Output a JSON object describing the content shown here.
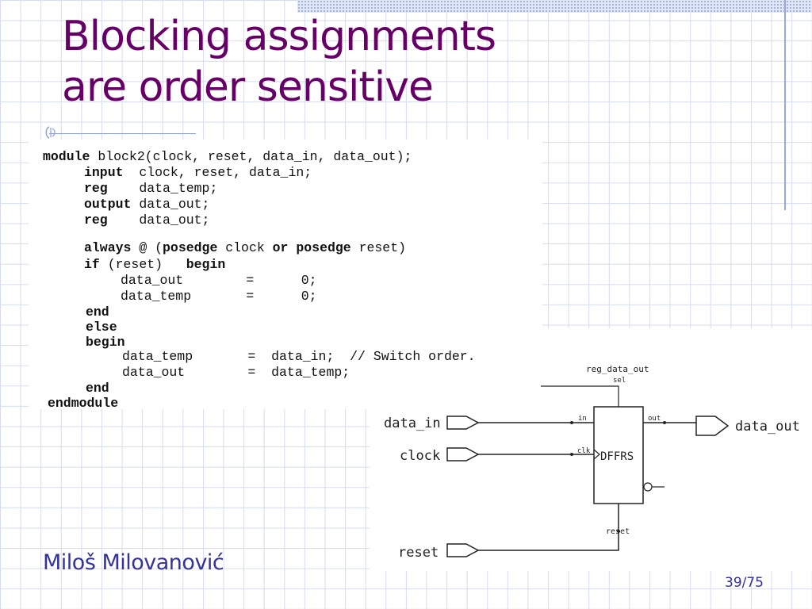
{
  "slide": {
    "title_line1": "Blocking assignments",
    "title_line2": "are order sensitive",
    "author": "Miloš Milovanović",
    "page_number": "39",
    "page_total": "/75"
  },
  "code": {
    "module_kw": "module",
    "module_rest": " block2(clock, reset, data_in, data_out);",
    "input_kw": "input",
    "input_rest": "  clock, reset, data_in;",
    "reg1_kw": "reg",
    "reg1_rest": "    data_temp;",
    "output_kw": "output",
    "output_rest": " data_out;",
    "reg2_kw": "reg",
    "reg2_rest": "    data_out;",
    "always_kw": "always",
    "always_at": " @ (",
    "posedge1_kw": "posedge",
    "always_clock": " clock ",
    "or_kw": "or",
    "posedge2_kw": " posedge",
    "always_reset": " reset)",
    "if_kw": "if",
    "if_rest": " (reset)   ",
    "begin1_kw": "begin",
    "line_data_out_zero": "data_out        =      0;",
    "line_data_temp_zero": "data_temp       =      0;",
    "end1_kw": "end",
    "else_kw": "else",
    "begin2_kw": "begin",
    "line_data_temp_in": "data_temp       =  data_in;  // Switch order.",
    "line_data_out_temp": "data_out        =  data_temp;",
    "end2_kw": "end",
    "endmodule_kw": "endmodule"
  },
  "schematic": {
    "input_data_in": "data_in",
    "input_clock": "clock",
    "input_reset": "reset",
    "output_data_out": "data_out",
    "register_name": "reg_data_out",
    "pin_sel": "sel",
    "pin_in": "in",
    "pin_out": "out",
    "pin_clk": "clk",
    "cell_name": "DFFRS",
    "pin_reset": "reset"
  }
}
